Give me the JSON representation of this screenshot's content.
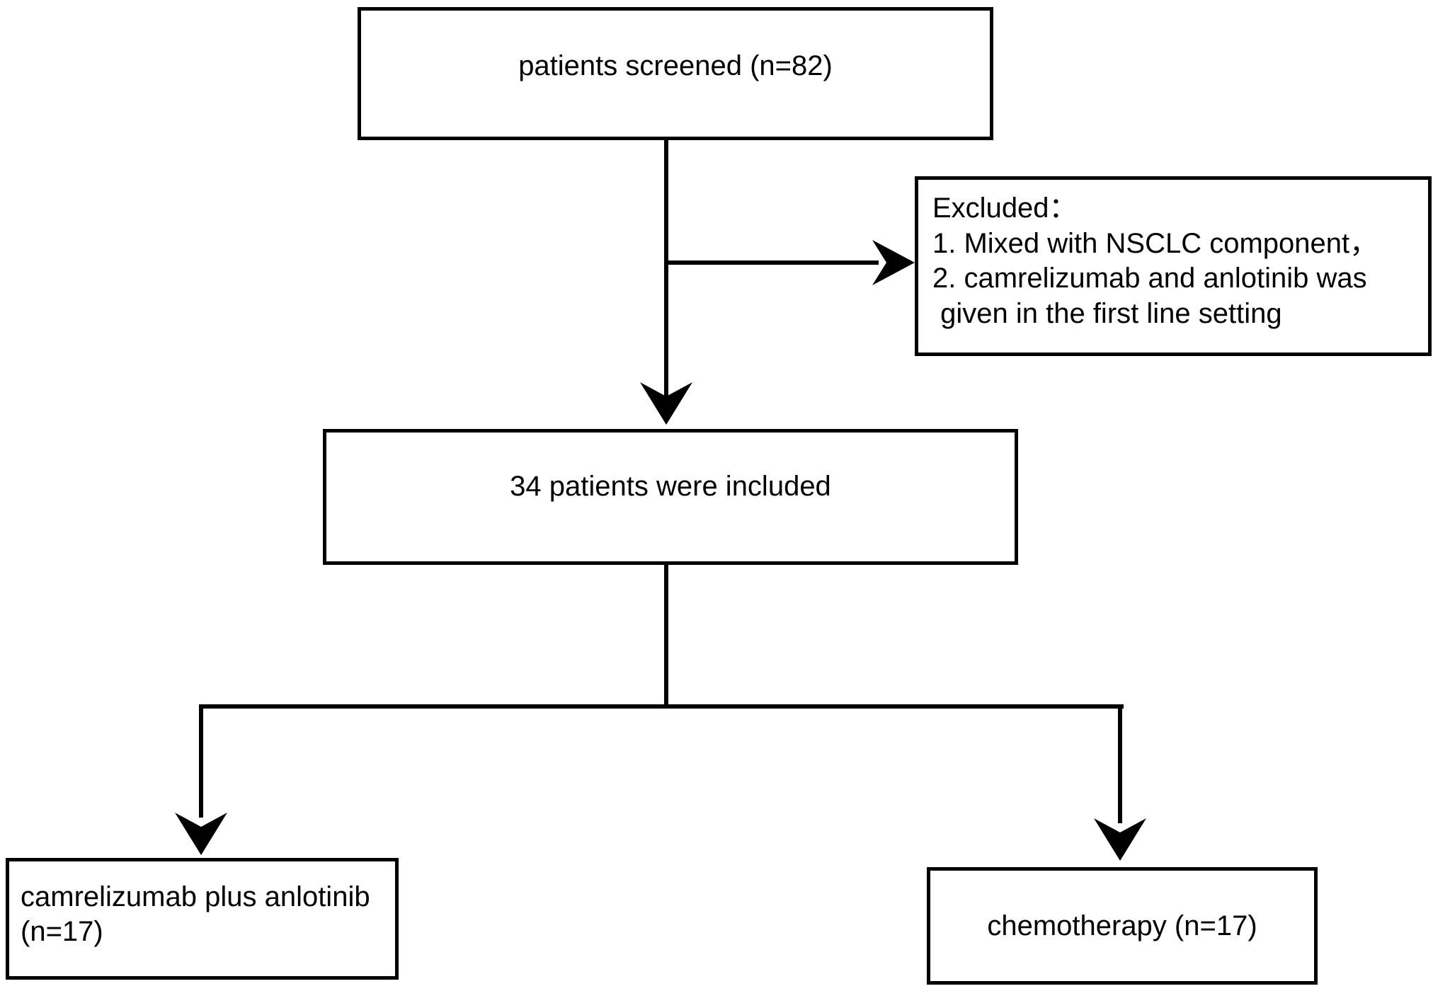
{
  "diagram": {
    "type": "flowchart",
    "nodes": {
      "screened": {
        "text": "patients screened (n=82)"
      },
      "excluded": {
        "title": "Excluded：",
        "reasons": [
          "1. Mixed with NSCLC component，",
          "2. camrelizumab and anlotinib was",
          " given in the first line setting"
        ]
      },
      "included": {
        "text": "34 patients were included"
      },
      "arm_a": {
        "lines": [
          "camrelizumab plus anlotinib",
          "(n=17)"
        ]
      },
      "arm_b": {
        "text": "chemotherapy (n=17)"
      }
    },
    "edges": [
      {
        "from": "screened",
        "to": "included"
      },
      {
        "from": "screened",
        "to": "excluded"
      },
      {
        "from": "included",
        "to": "arm_a"
      },
      {
        "from": "included",
        "to": "arm_b"
      }
    ],
    "colors": {
      "stroke": "#000000",
      "background": "#ffffff"
    }
  }
}
